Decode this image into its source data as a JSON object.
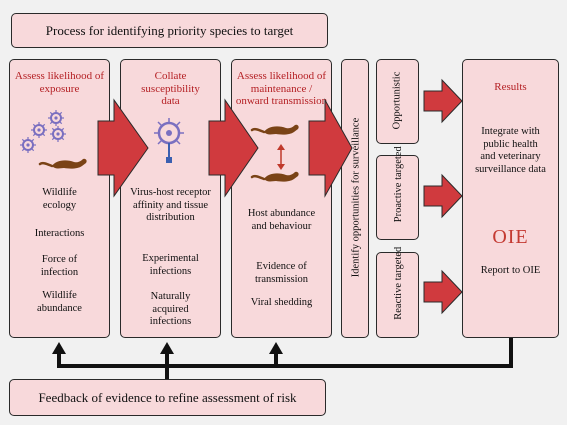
{
  "header": {
    "title": "Process for identifying priority species to target"
  },
  "columns": [
    {
      "title": "Assess likelihood of exposure",
      "items": [
        "Wildlife ecology",
        "Interactions",
        "Force of infection",
        "Wildlife abundance"
      ]
    },
    {
      "title": "Collate susceptibility data",
      "items": [
        "Virus-host receptor affinity and tissue distribution",
        "Experimental infections",
        "Naturally acquired infections"
      ]
    },
    {
      "title": "Assess likelihood of maintenance / onward transmission",
      "items": [
        "Host abundance and behaviour",
        "Evidence of transmission",
        "Viral shedding"
      ]
    }
  ],
  "surveillance": {
    "label": "Identify opportunities for surveillance"
  },
  "types": [
    "Opportunistic",
    "Proactive targeted",
    "Reactive targeted"
  ],
  "results": {
    "title": "Results",
    "text": "Integrate with public health and veterinary surveillance data",
    "logo": "OIE",
    "report": "Report to OIE"
  },
  "feedback": {
    "label": "Feedback of evidence to refine assessment of risk"
  },
  "colors": {
    "box_fill": "#f8d9db",
    "arrow_red": "#d03a3e",
    "title_red": "#b41f23",
    "virus_purple": "#7a6fc0"
  }
}
